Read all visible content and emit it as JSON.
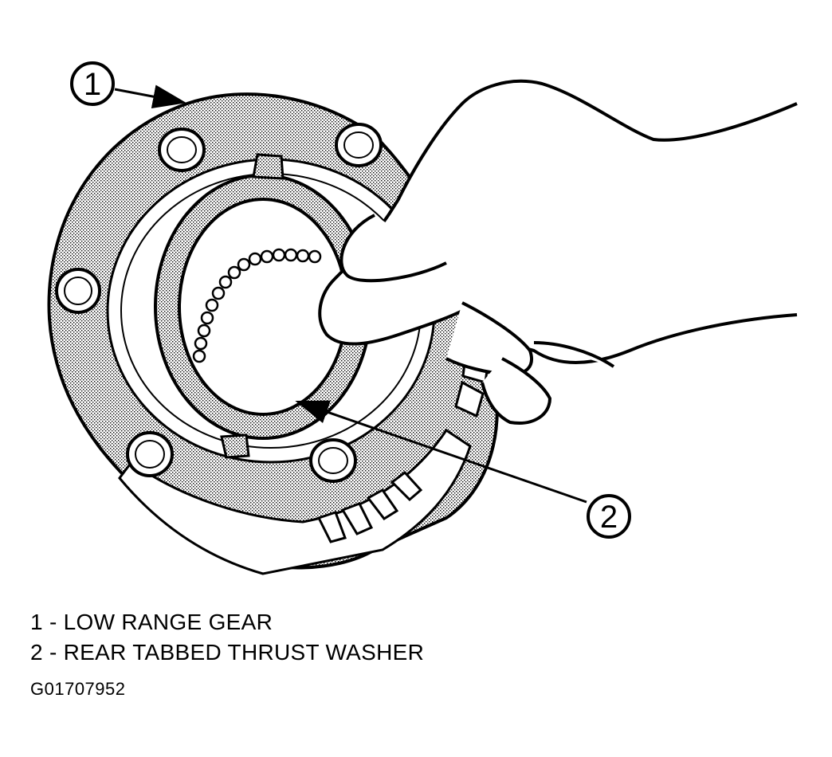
{
  "callouts": [
    {
      "number": "1"
    },
    {
      "number": "2"
    }
  ],
  "legend": [
    {
      "text": "1 - LOW RANGE GEAR"
    },
    {
      "text": "2 - REAR TABBED THRUST WASHER"
    }
  ],
  "figure_id": "G01707952",
  "colors": {
    "ink": "#000000",
    "paper": "#ffffff",
    "stipple": "#9a9a9a"
  }
}
